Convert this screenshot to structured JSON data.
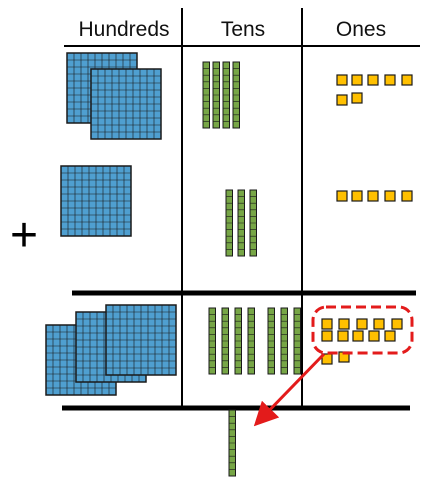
{
  "headers": {
    "hundreds": "Hundreds",
    "tens": "Tens",
    "ones": "Ones"
  },
  "operator": "+",
  "rows": [
    {
      "hundreds": 2,
      "tens": 4,
      "ones": 7
    },
    {
      "hundreds": 1,
      "tens": 3,
      "ones": 5
    },
    {
      "hundreds": 3,
      "tens": 7,
      "ones": 12
    }
  ],
  "regroup": {
    "ones_grouped": 10,
    "result_tens_carried": 1
  },
  "colors": {
    "hundred_fill": "#4f9fd0",
    "ten_fill": "#77a646",
    "one_fill": "#ffc000",
    "outline": "#1a1a1a",
    "highlight": "#e31b1b"
  }
}
